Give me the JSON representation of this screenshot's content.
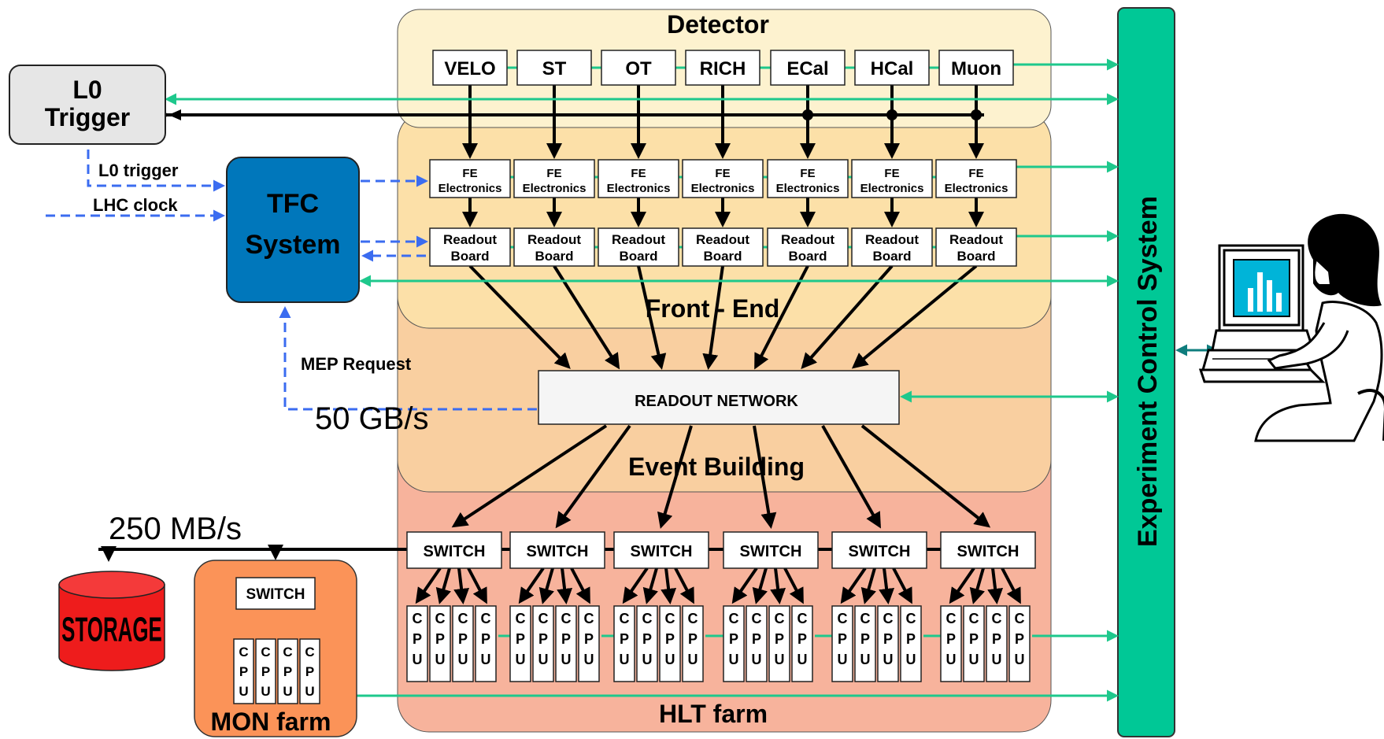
{
  "regions": {
    "detector": "Detector",
    "front_end": "Front - End",
    "event_building": "Event Building",
    "hlt_farm": "HLT farm"
  },
  "l0_trigger": {
    "line1": "L0",
    "line2": "Trigger"
  },
  "tfc": {
    "line1": "TFC",
    "line2": "System"
  },
  "signals": {
    "l0_trigger": "L0 trigger",
    "lhc_clock": "LHC clock",
    "mep_request": "MEP Request"
  },
  "rates": {
    "network": "50 GB/s",
    "storage": "250 MB/s"
  },
  "subdetectors": [
    "VELO",
    "ST",
    "OT",
    "RICH",
    "ECal",
    "HCal",
    "Muon"
  ],
  "fe": {
    "line1": "FE",
    "line2": "Electronics"
  },
  "readout_board": {
    "line1": "Readout",
    "line2": "Board"
  },
  "readout_network": "READOUT NETWORK",
  "switch_label": "SWITCH",
  "cpu_letters": [
    "C",
    "P",
    "U"
  ],
  "storage": "STORAGE",
  "mon_farm": "MON farm",
  "ecs": "Experiment Control System",
  "colors": {
    "detector_fill": "#fdf2cf",
    "frontend_fill": "#fce0a8",
    "eventbuilding_fill": "#f9cfa0",
    "hlt_fill": "#f7b39c",
    "ecs_fill": "#00c896",
    "tfc_fill": "#0077bb",
    "storage_fill": "#ee1c1c",
    "mon_fill": "#fb9358",
    "green_arrow": "#1ec88c",
    "blue_dashed": "#3b6cf0"
  }
}
